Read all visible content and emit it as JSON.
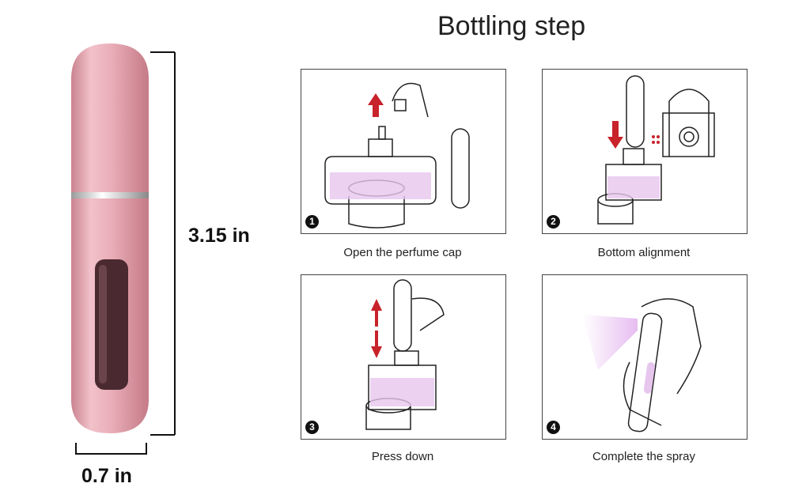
{
  "product": {
    "height_label": "3.15 in",
    "width_label": "0.7 in",
    "color": "#e9a9b4"
  },
  "guide": {
    "title": "Bottling step",
    "steps": [
      {
        "number": "1",
        "caption": "Open the perfume cap"
      },
      {
        "number": "2",
        "caption": "Bottom alignment"
      },
      {
        "number": "3",
        "caption": "Press down"
      },
      {
        "number": "4",
        "caption": "Complete the spray"
      }
    ]
  }
}
